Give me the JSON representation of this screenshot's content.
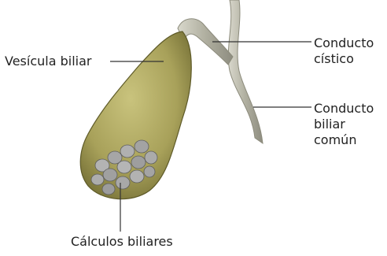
{
  "labels": {
    "gallbladder": "Vesícula biliar",
    "cystic_duct_line1": "Conducto",
    "cystic_duct_line2": "cístico",
    "common_duct_line1": "Conducto",
    "common_duct_line2": "biliar",
    "common_duct_line3": "común",
    "gallstones": "Cálculos biliares"
  },
  "colors": {
    "gallbladder_body": "#a8a15a",
    "gallbladder_shadow": "#6f6a32",
    "duct": "#b9b8a8",
    "stones": "#9a9a9a",
    "leader_line": "#333333"
  }
}
